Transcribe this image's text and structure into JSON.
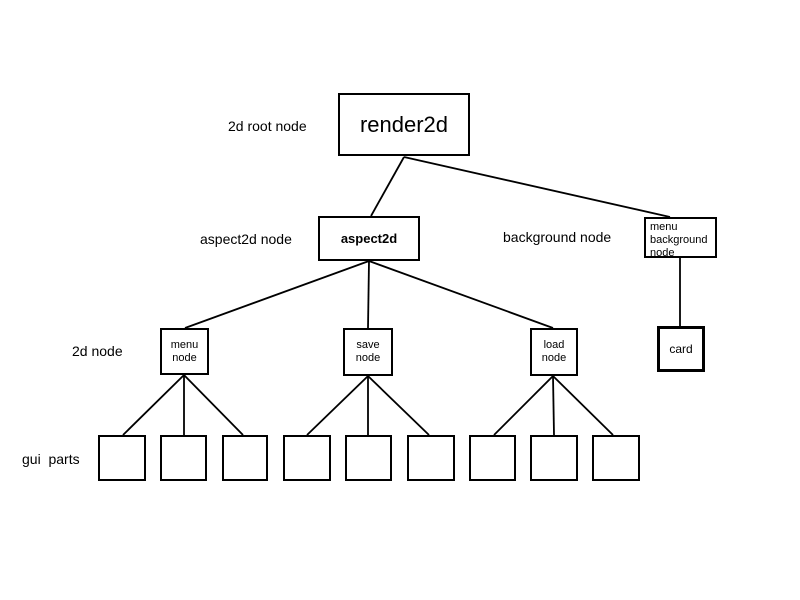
{
  "colors": {
    "background": "#ffffff",
    "line": "#000000",
    "box_border": "#000000",
    "text": "#000000"
  },
  "labels": {
    "root_level": "2d root node",
    "aspect_level": "aspect2d node",
    "background_level": "background node",
    "node2d_level": "2d node",
    "gui_level": "gui  parts"
  },
  "nodes": {
    "render2d": "render2d",
    "aspect2d": "aspect2d",
    "menu_background": "menu background node",
    "menu": "menu node",
    "save": "save node",
    "load": "load node",
    "card": "card"
  },
  "gui_part_count": 9,
  "edges": [
    [
      404,
      157,
      371,
      216
    ],
    [
      404,
      157,
      670,
      217
    ],
    [
      369,
      261,
      185,
      328
    ],
    [
      369,
      261,
      368,
      328
    ],
    [
      369,
      261,
      553,
      328
    ],
    [
      184,
      375,
      123,
      435
    ],
    [
      184,
      375,
      184,
      435
    ],
    [
      184,
      375,
      243,
      435
    ],
    [
      368,
      376,
      307,
      435
    ],
    [
      368,
      376,
      368,
      435
    ],
    [
      368,
      376,
      429,
      435
    ],
    [
      553,
      376,
      494,
      435
    ],
    [
      553,
      376,
      554,
      435
    ],
    [
      553,
      376,
      613,
      435
    ],
    [
      680,
      258,
      680,
      326
    ]
  ]
}
